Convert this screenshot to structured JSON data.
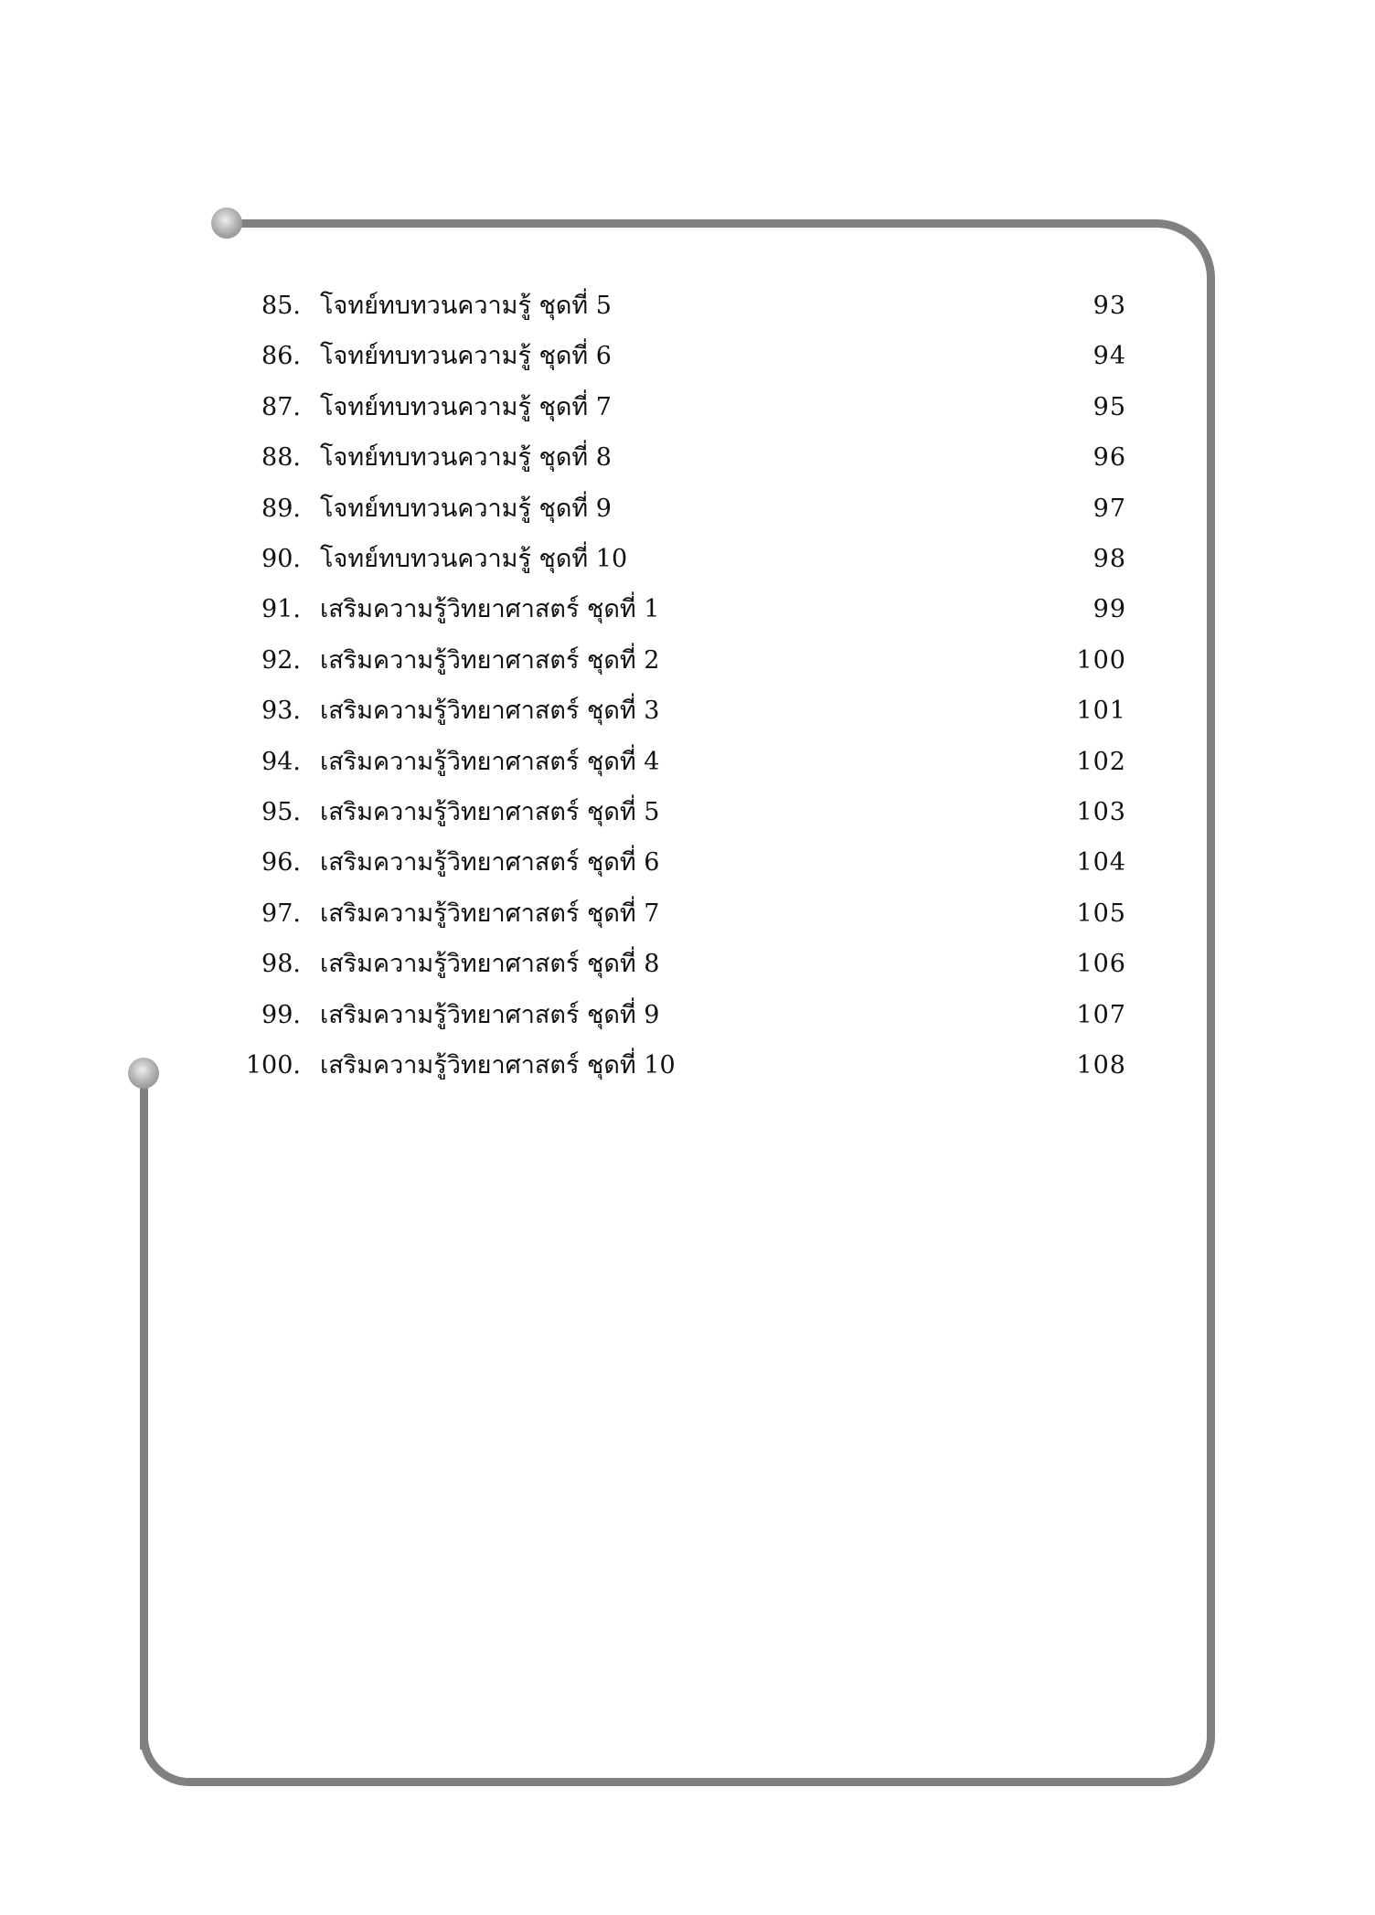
{
  "toc": [
    {
      "num": "85.",
      "title": "โจทย์ทบทวนความรู้ ชุดที่ 5",
      "page": "93"
    },
    {
      "num": "86.",
      "title": "โจทย์ทบทวนความรู้ ชุดที่ 6",
      "page": "94"
    },
    {
      "num": "87.",
      "title": "โจทย์ทบทวนความรู้ ชุดที่ 7",
      "page": "95"
    },
    {
      "num": "88.",
      "title": "โจทย์ทบทวนความรู้ ชุดที่ 8",
      "page": "96"
    },
    {
      "num": "89.",
      "title": "โจทย์ทบทวนความรู้ ชุดที่ 9",
      "page": "97"
    },
    {
      "num": "90.",
      "title": "โจทย์ทบทวนความรู้ ชุดที่ 10",
      "page": "98"
    },
    {
      "num": "91.",
      "title": "เสริมความรู้วิทยาศาสตร์ ชุดที่ 1",
      "page": "99"
    },
    {
      "num": "92.",
      "title": "เสริมความรู้วิทยาศาสตร์ ชุดที่ 2",
      "page": "100"
    },
    {
      "num": "93.",
      "title": "เสริมความรู้วิทยาศาสตร์ ชุดที่ 3",
      "page": "101"
    },
    {
      "num": "94.",
      "title": "เสริมความรู้วิทยาศาสตร์ ชุดที่ 4",
      "page": "102"
    },
    {
      "num": "95.",
      "title": "เสริมความรู้วิทยาศาสตร์ ชุดที่ 5",
      "page": "103"
    },
    {
      "num": "96.",
      "title": "เสริมความรู้วิทยาศาสตร์ ชุดที่ 6",
      "page": "104"
    },
    {
      "num": "97.",
      "title": "เสริมความรู้วิทยาศาสตร์ ชุดที่ 7",
      "page": "105"
    },
    {
      "num": "98.",
      "title": "เสริมความรู้วิทยาศาสตร์ ชุดที่ 8",
      "page": "106"
    },
    {
      "num": "99.",
      "title": "เสริมความรู้วิทยาศาสตร์ ชุดที่ 9",
      "page": "107"
    },
    {
      "num": "100.",
      "title": "เสริมความรู้วิทยาศาสตร์ ชุดที่ 10",
      "page": "108"
    }
  ],
  "colors": {
    "frame": "#808080"
  }
}
